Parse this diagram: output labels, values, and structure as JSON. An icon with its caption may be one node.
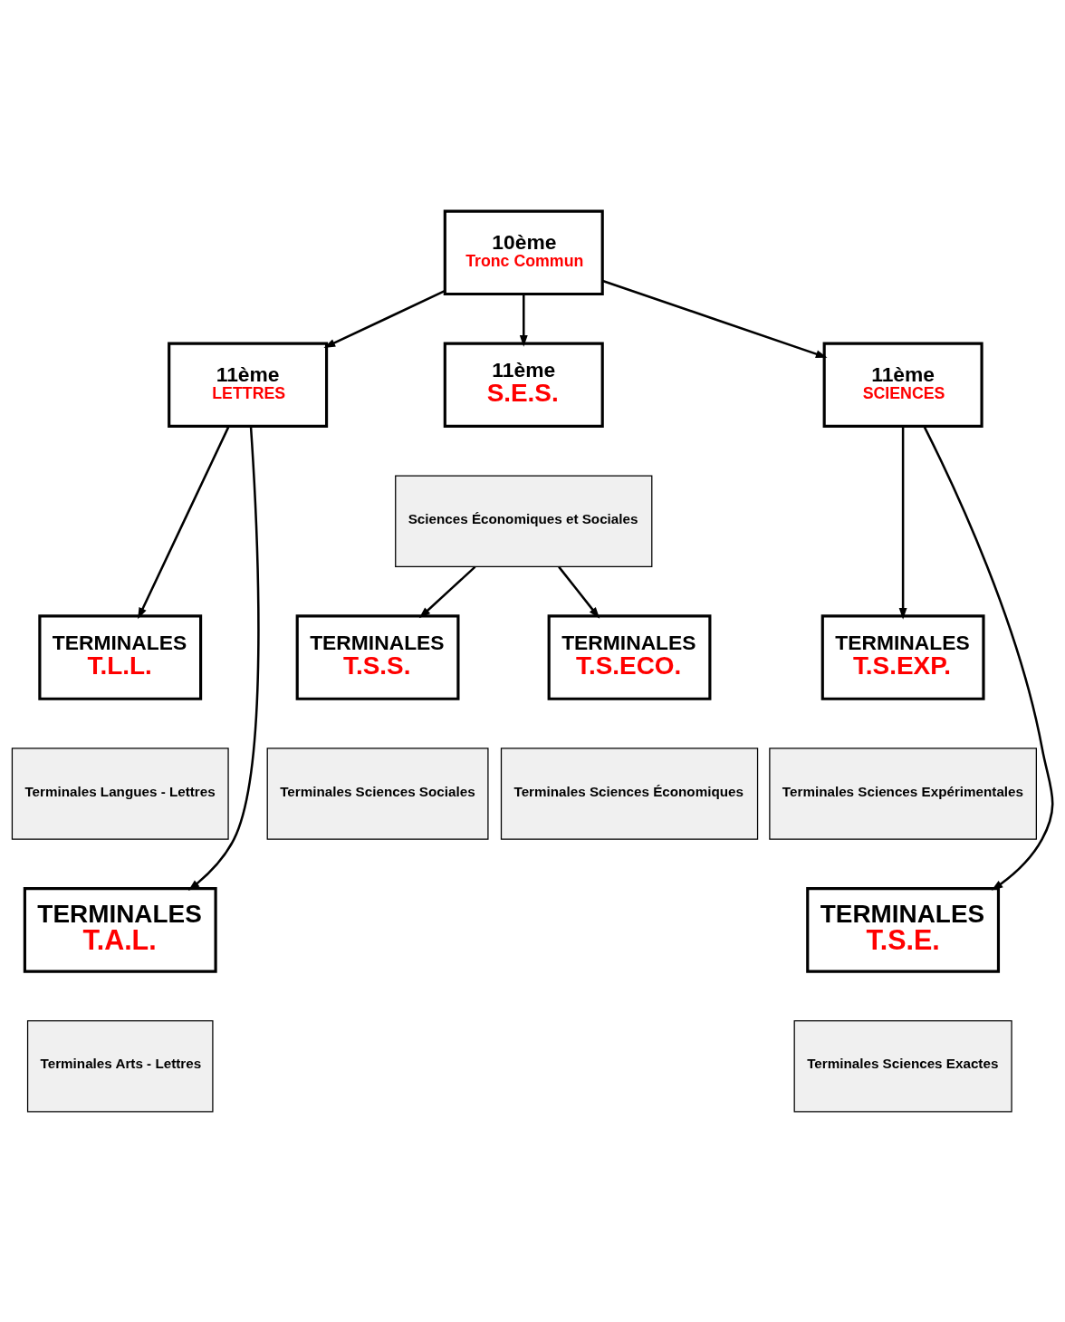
{
  "diagram": {
    "nodes": [
      {
        "text": [
          "10ème",
          "Tronc Commun"
        ]
      },
      {
        "text": [
          "11ème",
          "LETTRES"
        ]
      },
      {
        "text": [
          "11ème",
          "S.E.S."
        ]
      },
      {
        "text": [
          "Sciences Économiques et Sociales"
        ]
      },
      {
        "text": [
          "11ème",
          "SCIENCES"
        ]
      },
      {
        "text": [
          "TERMINALES",
          "T.L.L."
        ]
      },
      {
        "text": [
          "Terminales Langues - Lettres"
        ]
      },
      {
        "text": [
          "TERMINALES",
          "T.S.S."
        ]
      },
      {
        "text": [
          "Terminales Sciences Sociales"
        ]
      },
      {
        "text": [
          "TERMINALES",
          "T.S.ECO."
        ]
      },
      {
        "text": [
          "Terminales Sciences Économiques"
        ]
      },
      {
        "text": [
          "TERMINALES",
          "T.S.EXP."
        ]
      },
      {
        "text": [
          "Terminales Sciences Expérimentales"
        ]
      },
      {
        "text": [
          "TERMINALES",
          "T.A.L."
        ]
      },
      {
        "text": [
          "Terminales Arts - Lettres"
        ]
      },
      {
        "text": [
          "TERMINALES",
          "T.S.E."
        ]
      },
      {
        "text": [
          "Terminales Sciences Exactes"
        ]
      }
    ],
    "edges": [
      {
        "from": 0,
        "to": 1,
        "arrow": "to"
      },
      {
        "from": 0,
        "to": 2,
        "arrow": "to"
      },
      {
        "from": 0,
        "to": 4,
        "arrow": "to"
      },
      {
        "from": 3,
        "to": 7,
        "arrow": "to"
      },
      {
        "from": 3,
        "to": 9,
        "arrow": "to"
      },
      {
        "from": 1,
        "to": 5,
        "arrow": "to"
      },
      {
        "from": 1,
        "to": 13,
        "arrow": "to"
      },
      {
        "from": 4,
        "to": 11,
        "arrow": "to"
      },
      {
        "from": 4,
        "to": 15,
        "arrow": "to"
      }
    ]
  }
}
